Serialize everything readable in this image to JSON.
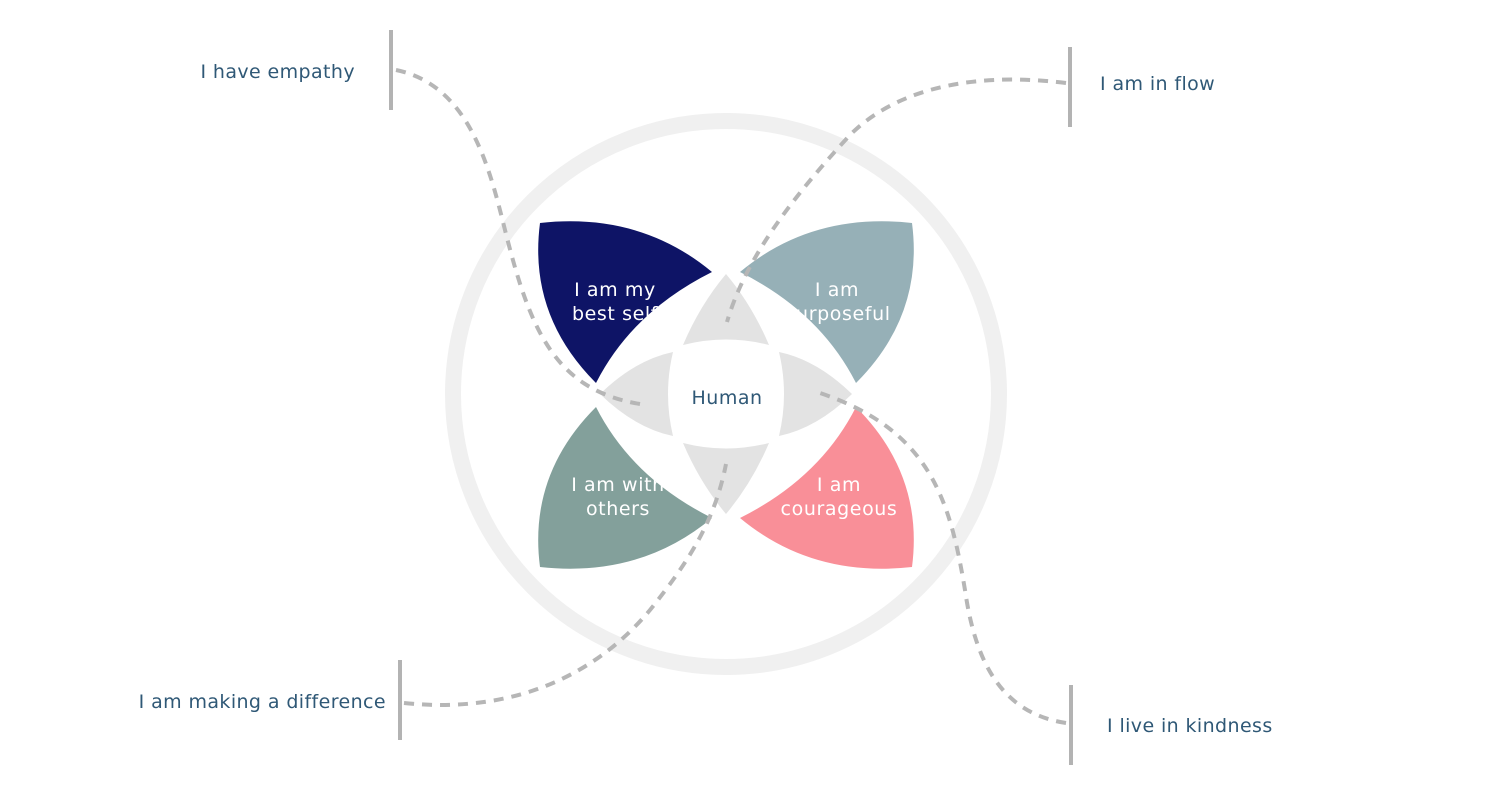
{
  "center": {
    "label": "Human"
  },
  "petals": {
    "top_left": {
      "line1": "I am my",
      "line2": "best self",
      "color": "#0e1466"
    },
    "top_right": {
      "line1": "I am",
      "line2": "purposeful",
      "color": "#96b0b7"
    },
    "bottom_left": {
      "line1": "I am with",
      "line2": "others",
      "color": "#83a09b"
    },
    "bottom_right": {
      "line1": "I am",
      "line2": "courageous",
      "color": "#f98f98"
    }
  },
  "labels": {
    "empathy": "I have empathy",
    "flow": "I am in flow",
    "difference": "I am making a difference",
    "kindness": "I live in kindness"
  },
  "colors": {
    "label_text": "#2f5876",
    "ring": "#f0f0f0",
    "lens": "#e3e3e3",
    "connector": "#b6b6b6"
  }
}
